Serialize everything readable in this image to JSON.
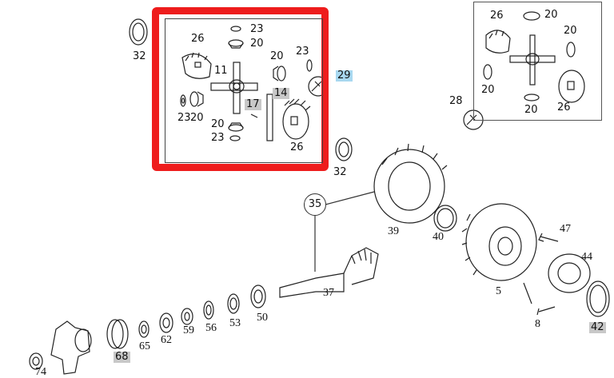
{
  "diagram": {
    "selected_group": "differential",
    "accent_color": "#ee1c1c",
    "highlight_color": "#c8c8c8",
    "link_color": "#a8d8f0"
  },
  "callouts": {
    "c32a": "32",
    "c32b": "32",
    "c26a": "26",
    "c23a": "23",
    "c20a": "20",
    "c11": "11",
    "c20b": "20",
    "c23b": "23",
    "c14": "14",
    "c17": "17",
    "c23c": "23",
    "c20c": "20",
    "c20d": "20",
    "c23d": "23",
    "c26b": "26",
    "c29": "29",
    "c26c": "26",
    "c20e": "20",
    "c20f": "20",
    "c20g": "20",
    "c28": "28",
    "c20h": "20",
    "c26d": "26",
    "c35": "35",
    "c39": "39",
    "c40": "40",
    "c37": "37",
    "c47": "47",
    "c44": "44",
    "c5": "5",
    "c8": "8",
    "c42": "42",
    "c74": "74",
    "c68": "68",
    "c65": "65",
    "c62": "62",
    "c59": "59",
    "c56": "56",
    "c53": "53",
    "c50": "50"
  }
}
